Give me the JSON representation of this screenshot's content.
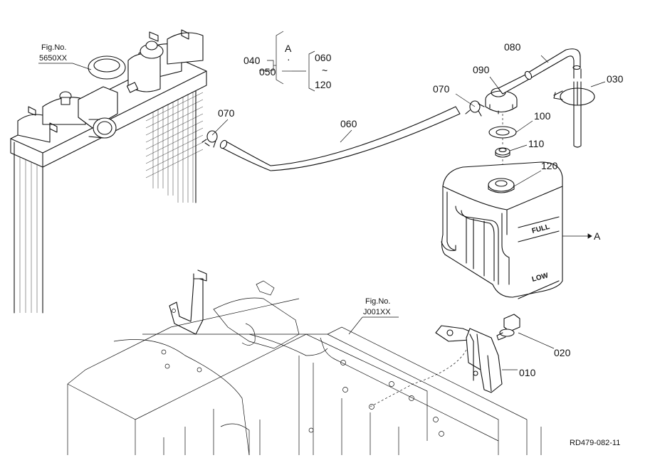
{
  "figure_refs": [
    {
      "id": "radiator",
      "line1": "Fig.No.",
      "line2": "5650XX"
    },
    {
      "id": "frame",
      "line1": "Fig.No.",
      "line2": "J001XX"
    }
  ],
  "callouts": {
    "p010": "010",
    "p020": "020",
    "p030": "030",
    "p040": "040",
    "p050": "050",
    "p060": "060",
    "p070a": "070",
    "p070b": "070",
    "p080": "080",
    "p090": "090",
    "p100": "100",
    "p110": "110",
    "p120": "120",
    "refA": "A"
  },
  "bracket": {
    "a": "A",
    "dot": "·",
    "top": "060",
    "tilde": "~",
    "bottom": "120"
  },
  "tank": {
    "full": "FULL",
    "low": "LOW"
  },
  "drawing_code": "RD479-082-11"
}
